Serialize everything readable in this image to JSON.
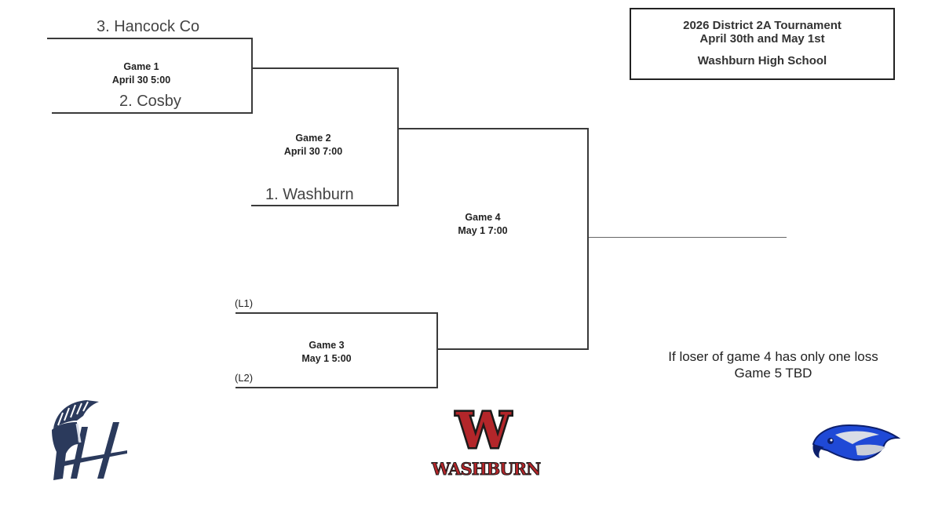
{
  "title": {
    "line1": "2026 District 2A Tournament",
    "line2": "April 30th and May 1st",
    "line3": "Washburn High School"
  },
  "teams": {
    "seed3": "3. Hancock Co",
    "seed2": "2. Cosby",
    "seed1": "1. Washburn",
    "l1": "(L1)",
    "l2": "(L2)"
  },
  "games": {
    "g1": {
      "name": "Game 1",
      "time": "April 30 5:00"
    },
    "g2": {
      "name": "Game 2",
      "time": "April 30 7:00"
    },
    "g3": {
      "name": "Game 3",
      "time": "May 1 5:00"
    },
    "g4": {
      "name": "Game 4",
      "time": "May 1 7:00"
    }
  },
  "note": {
    "line1": "If loser of game 4 has only one loss",
    "line2": "Game 5 TBD"
  },
  "logos": {
    "left": "hancock-trojan-logo",
    "center_letter": "W",
    "center_word": "WASHBURN",
    "right": "cosby-eagle-logo"
  },
  "colors": {
    "navy": "#2b3a5c",
    "washburn_red": "#b3262a",
    "eagle_blue": "#1f49d6"
  }
}
